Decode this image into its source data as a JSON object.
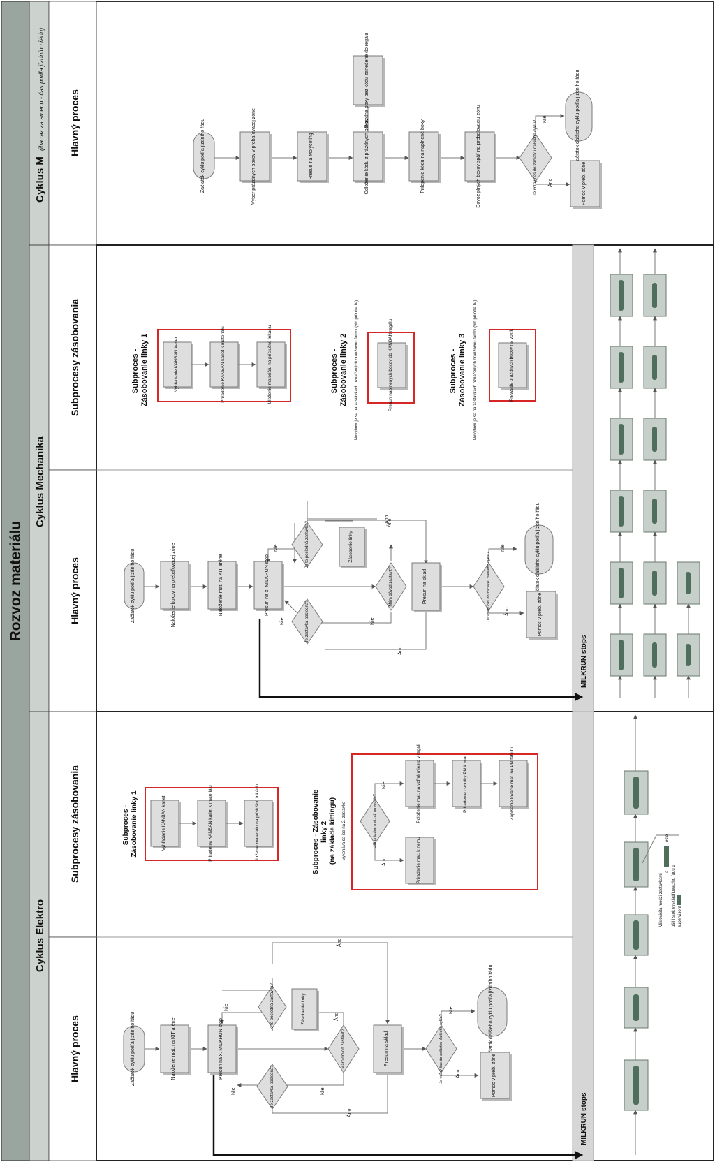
{
  "title": "Rozvoz materiálu",
  "cycles": {
    "m": {
      "label": "Cyklus M",
      "note": "(iba raz za smenu - čas podľa jízdního řádu)",
      "lanes": {
        "main": "Hlavný proces"
      },
      "main": {
        "start": "Začiatok cyklu podľa jízdního řádu",
        "s1": "Výber prázdnych boxov v prebaľovacej zóne",
        "s2": "Presun na Molycoting",
        "s3": "Odloženie kódu z prázdnych boxov",
        "s3_side": "Prázdne boxy bez kódu zanešené do regálu",
        "s4": "Prilepenie kódu na naplnené boxy",
        "s5": "Dovoz plných boxov späť na prebaľovaciu zónu",
        "decision": "Je voľný čas do začiatku ďalšieho cyklu?",
        "yes": "Áno",
        "no": "Nie",
        "help": "Pomoc v preb. zóne",
        "end": "Začiatok ďalšieho cyklu podľa jízdního řádu"
      }
    },
    "mech": {
      "label": "Cyklus Mechanika",
      "lanes": {
        "main": "Hlavný proces",
        "sub": "Subprocesy zásobovania"
      },
      "main": {
        "start": "Začiatok cyklu podľa jízdního řádu",
        "s1": "Naloženie boxov na prebaľovacej zóne",
        "s2": "Naloženie mat. na KIT aréne",
        "s3": "Presun na x. MILKRUN stop",
        "d1": "Mám dôvod zastaviť?",
        "d2": "Je zastávka posledná?",
        "d3": "Je to posledná zastávka?",
        "supply": "Zásobenie linky",
        "s4": "Presun na sklad",
        "d4": "Je voľný čas do začiatku ďalšieho cyklu?",
        "help": "Pomoc v preb. zóne",
        "end": "Začiatok ďalšieho cyklu podľa jízdního řádu",
        "yes": "Áno",
        "no": "Nie"
      },
      "sub1": {
        "title1": "Subproces -",
        "title2": "Zásobovanie linky 1",
        "b1": "Vyhľadanie KANBAN kariet",
        "b2": "Priradenie KANBAN kariet k materiálu",
        "b3": "Uloženie materiálu na príslušnú lokáciu"
      },
      "sub2": {
        "title1": "Subproces -",
        "title2": "Zásobovanie linky 2",
        "note": "Nevyhovuje sa na zastávkach označených oranžovou farbou(vid príloha IV)",
        "b1": "Presun naplnených boxov do KANBAN regálu"
      },
      "sub3": {
        "title1": "Subproces -",
        "title2": "Zásobovanie linky 3",
        "note": "Nevyhovuje sa na zastávkach označených oranžovou farbou(vid príloha IV)",
        "b1": "Prevzatie prázdnych boxov na vozík"
      },
      "milkrun": "MILKRUN stops"
    },
    "elektro": {
      "label": "Cyklus Elektro",
      "lanes": {
        "main": "Hlavný proces",
        "sub": "Subprocesy zásobovania"
      },
      "main": {
        "start": "Začiatok cyklu podľa jízdního řádu",
        "s1": "Naloženie mat. na KIT aréne",
        "s2": "Presun na x. MILKRUN stop",
        "d1": "Mám dôvod zastaviť?",
        "d2": "Je zastávka posledná?",
        "d3": "Je to posledná zastávka?",
        "supply": "Zásobenie linky",
        "s3": "Presun na sklad",
        "d4": "Je voľný čas do začiatku ďalšieho cyklu?",
        "help": "Pomoc v preb. zóne",
        "end": "Začiatok ďalšieho cyklu podľa jízdního řádu",
        "yes": "Áno",
        "no": "Nie"
      },
      "sub1": {
        "title1": "Subproces -",
        "title2": "Zásobovanie linky 1",
        "b1": "Vyhľadanie KANBAN kariet",
        "b2": "Priradenie KANBAN kariet k materiálu",
        "b3": "Uloženie materiálu na príslušnú lokáciu"
      },
      "sub2": {
        "title1": "Subproces - Zásobovanie",
        "title2": "linky 2",
        "title3": "(na základe kittingu)",
        "note": "Vykonáva sa iba na 2. zastávke",
        "d1": "Ušli prázdne mat. už na regále?",
        "b1": "Priradenie mat. k nemu",
        "b2": "Položenie mat. na voľné miesto v regáli",
        "b3": "Priradenie cedulky PN k mat.",
        "b4": "Zapísanie lokácie mat. na PN tabuľu"
      },
      "milkrun": "MILKRUN stops",
      "remark1": "Mikrovisita medzi zastávkami",
      "remark2": "a",
      "remark3": "ešte",
      "remark4": "ušlí lístok vyskladňovacího řádu u",
      "remark5": "supervisora"
    }
  }
}
